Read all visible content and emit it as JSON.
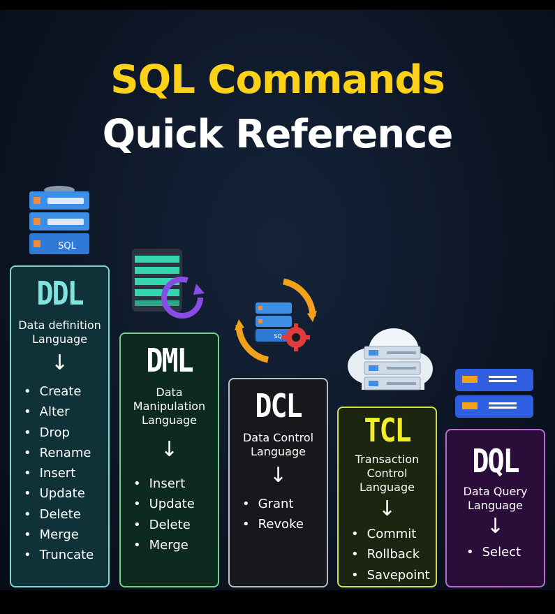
{
  "title": {
    "line1": "SQL Commands",
    "line2": "Quick Reference",
    "line1_color": "#fcd11a",
    "line2_color": "#ffffff"
  },
  "cards": [
    {
      "id": "ddl",
      "abbr": "DDL",
      "full_name": "Data definition Language",
      "arrow": "↓",
      "commands": [
        "Create",
        "Alter",
        "Drop",
        "Rename",
        "Insert",
        "Update",
        "Delete",
        "Merge",
        "Truncate"
      ],
      "icon": "sql-database-server-icon",
      "color": "#7fd6cf"
    },
    {
      "id": "dml",
      "abbr": "DML",
      "full_name": "Data Manipulation Language",
      "arrow": "↓",
      "commands": [
        "Insert",
        "Update",
        "Delete",
        "Merge"
      ],
      "icon": "database-refresh-icon",
      "color": "#6ecf86"
    },
    {
      "id": "dcl",
      "abbr": "DCL",
      "full_name": "Data Control Language",
      "arrow": "↓",
      "commands": [
        "Grant",
        "Revoke"
      ],
      "icon": "database-gear-sync-icon",
      "color": "#b5bcc4"
    },
    {
      "id": "tcl",
      "abbr": "TCL",
      "full_name": "Transaction Control Language",
      "arrow": "↓",
      "commands": [
        "Commit",
        "Rollback",
        "Savepoint"
      ],
      "icon": "cloud-server-icon",
      "color": "#d3de4a"
    },
    {
      "id": "dql",
      "abbr": "DQL",
      "full_name": "Data Query Language",
      "arrow": "↓",
      "commands": [
        "Select"
      ],
      "icon": "server-stack-icon",
      "color": "#b76bd0"
    }
  ],
  "icon_text": {
    "sql_label": "SQL",
    "gear_db_label": "SQ"
  }
}
